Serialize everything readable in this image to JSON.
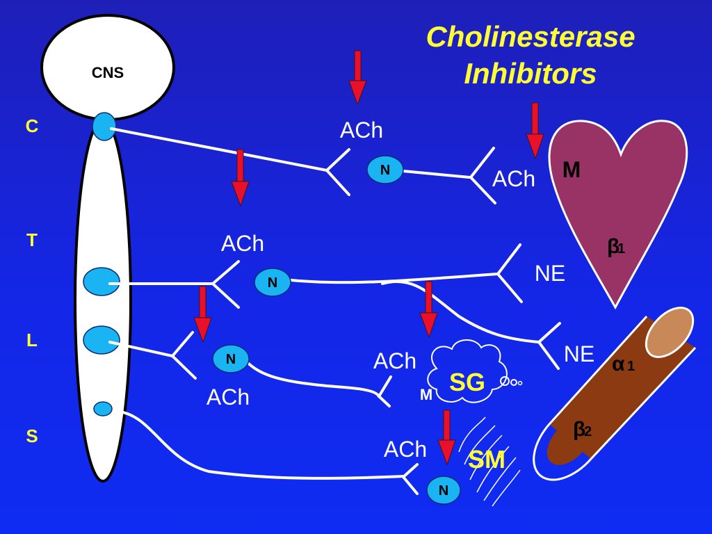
{
  "title": {
    "line1": "Cholinesterase",
    "line2": "Inhibitors"
  },
  "cns_label": "CNS",
  "spinal_labels": {
    "c": "C",
    "t": "T",
    "l": "L",
    "s": "S"
  },
  "ganglion_label": "N",
  "labels": {
    "ach": "ACh",
    "ne": "NE",
    "heart_m": "M",
    "beta1_sym": "β",
    "beta1_sub": "1",
    "alpha1_sym": "α",
    "alpha1_sub": "1",
    "beta2_sym": "β",
    "beta2_sub": "2",
    "sg": "SG",
    "sg_m": "M",
    "sm": "SM"
  },
  "colors": {
    "background": "#1426e6",
    "title": "#ffff33",
    "arrow": "#e8102a",
    "node": "#1ab4f2",
    "heart": "#993366",
    "muscle": "#8b3a12"
  }
}
